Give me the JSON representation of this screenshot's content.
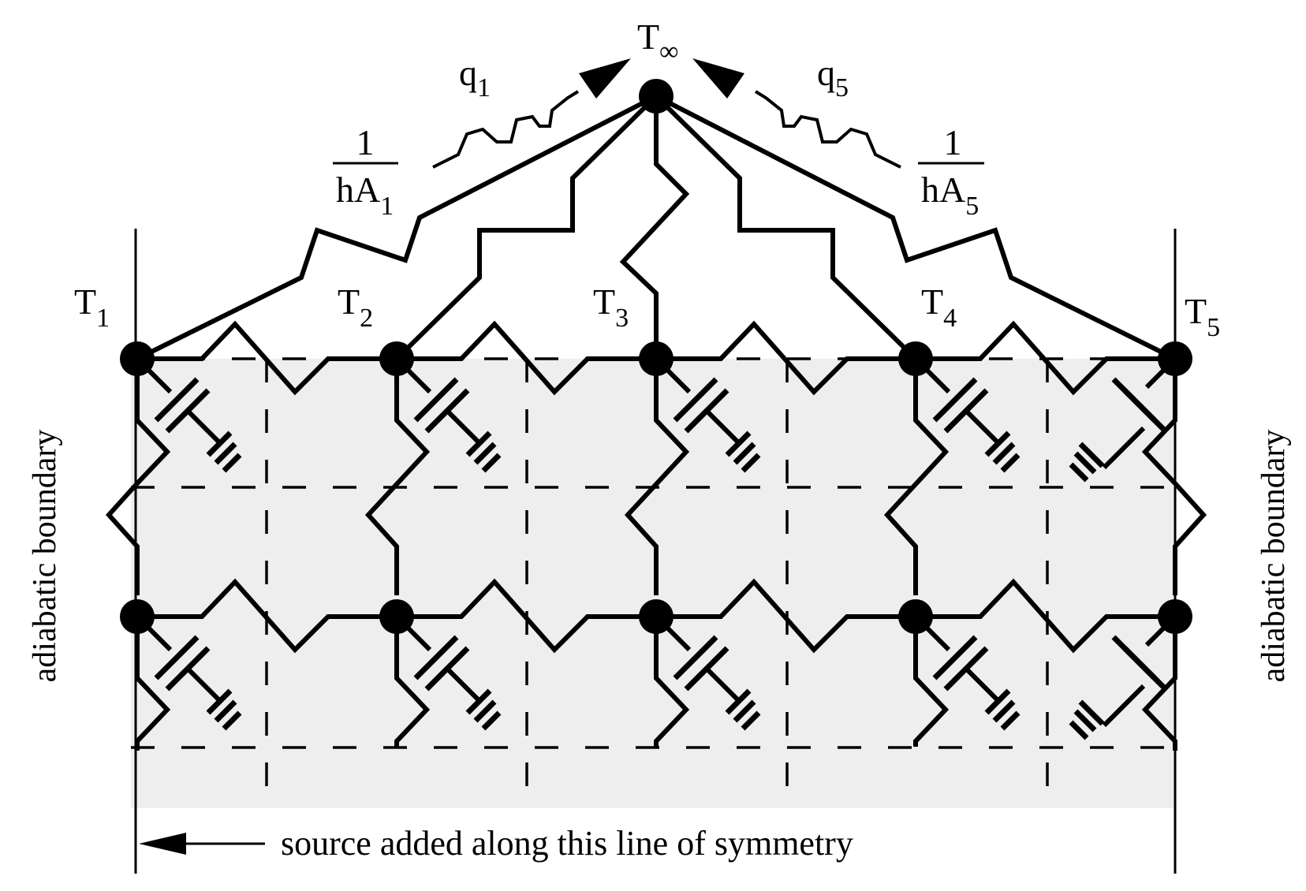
{
  "nodes": {
    "t_inf": {
      "base": "T",
      "sub": "∞"
    },
    "t1": {
      "base": "T",
      "sub": "1"
    },
    "t2": {
      "base": "T",
      "sub": "2"
    },
    "t3": {
      "base": "T",
      "sub": "3"
    },
    "t4": {
      "base": "T",
      "sub": "4"
    },
    "t5": {
      "base": "T",
      "sub": "5"
    }
  },
  "heat_flows": {
    "q1": {
      "base": "q",
      "sub": "1"
    },
    "q5": {
      "base": "q",
      "sub": "5"
    }
  },
  "resistances": {
    "left": {
      "numerator": "1",
      "denominator": "hA",
      "sub": "1"
    },
    "right": {
      "numerator": "1",
      "denominator": "hA",
      "sub": "5"
    }
  },
  "boundaries": {
    "left": "adiabatic boundary",
    "right": "adiabatic boundary"
  },
  "symmetry_note": "source added along this line of symmetry",
  "colors": {
    "ink": "#000000",
    "shade": "#eeeeee",
    "background": "#ffffff"
  }
}
